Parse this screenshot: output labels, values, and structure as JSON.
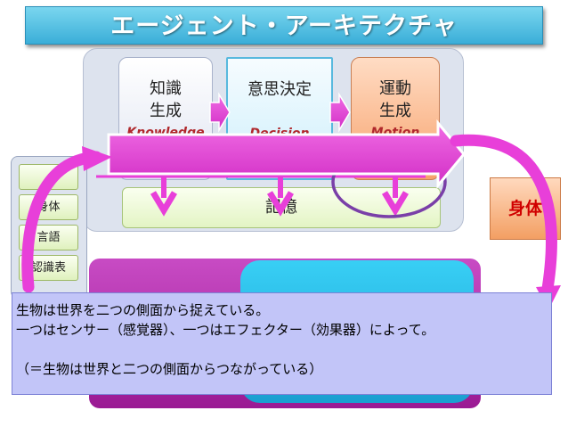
{
  "title": "エージェント・アーキテクチャ",
  "modules": {
    "knowledge": {
      "line1": "知識",
      "line2": "生成",
      "en": "Knowledge"
    },
    "decision": {
      "line1": "意思決定",
      "en": "Decision"
    },
    "motion": {
      "line1": "運動",
      "line2": "生成",
      "en": "Motion"
    }
  },
  "memory_label": "記憶",
  "side_items": [
    "身体",
    "言語",
    "認識表"
  ],
  "body_label": "身体",
  "note_lines": [
    "生物は世界を二つの側面から捉えている。",
    "一つはセンサー（感覚器）、一つはエフェクター（効果器）によって。",
    "",
    "（＝生物は世界と二つの側面からつながっている）"
  ],
  "colors": {
    "arrow_magenta": "#e83fd9",
    "title_blue": "#3aaed8",
    "circle_purple": "#7a3fa8",
    "body_text_red": "#d00000"
  }
}
